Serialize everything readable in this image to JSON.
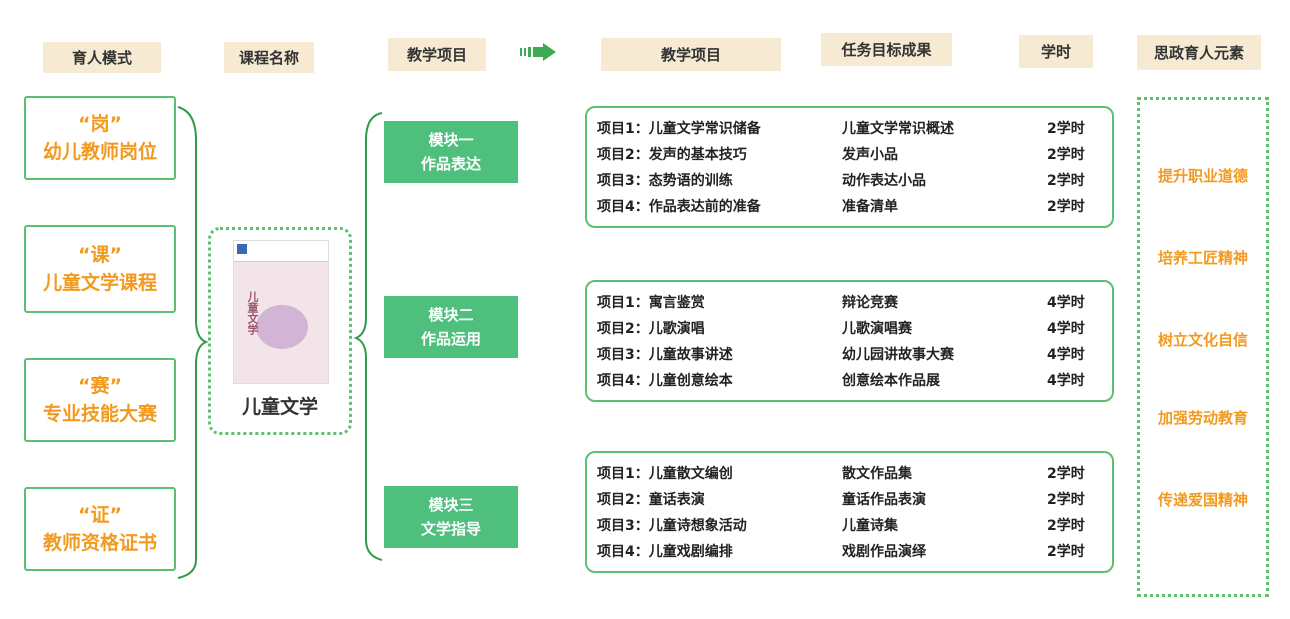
{
  "headers": {
    "education_mode": "育人模式",
    "course_name": "课程名称",
    "teaching_project_1": "教学项目",
    "teaching_project_2": "教学项目",
    "task_goal": "任务目标成果",
    "hours": "学时",
    "ideology": "思政育人元素"
  },
  "left_boxes": [
    {
      "quote": "“岗”",
      "text": "幼儿教师岗位"
    },
    {
      "quote": "“课”",
      "text": "儿童文学课程"
    },
    {
      "quote": "“赛”",
      "text": "专业技能大赛"
    },
    {
      "quote": "“证”",
      "text": "教师资格证书"
    }
  ],
  "course": {
    "title": "儿童文学",
    "book_cover_title": "儿童文学"
  },
  "modules": [
    {
      "line1": "模块一",
      "line2": "作品表达"
    },
    {
      "line1": "模块二",
      "line2": "作品运用"
    },
    {
      "line1": "模块三",
      "line2": "文学指导"
    }
  ],
  "projects": [
    [
      {
        "project": "项目1：儿童文学常识储备",
        "goal": "儿童文学常识概述",
        "hours": "2学时"
      },
      {
        "project": "项目2：发声的基本技巧",
        "goal": "发声小品",
        "hours": "2学时"
      },
      {
        "project": "项目3：态势语的训练",
        "goal": "动作表达小品",
        "hours": "2学时"
      },
      {
        "project": "项目4：作品表达前的准备",
        "goal": "准备清单",
        "hours": "2学时"
      }
    ],
    [
      {
        "project": "项目1：寓言鉴赏",
        "goal": "辩论竞赛",
        "hours": "4学时"
      },
      {
        "project": "项目2：儿歌演唱",
        "goal": "儿歌演唱赛",
        "hours": "4学时"
      },
      {
        "project": "项目3：儿童故事讲述",
        "goal": "幼儿园讲故事大赛",
        "hours": "4学时"
      },
      {
        "project": "项目4：儿童创意绘本",
        "goal": "创意绘本作品展",
        "hours": "4学时"
      }
    ],
    [
      {
        "project": "项目1：儿童散文编创",
        "goal": "散文作品集",
        "hours": "2学时"
      },
      {
        "project": "项目2：童话表演",
        "goal": "童话作品表演",
        "hours": "2学时"
      },
      {
        "project": "项目3：儿童诗想象活动",
        "goal": "儿童诗集",
        "hours": "2学时"
      },
      {
        "project": "项目4：儿童戏剧编排",
        "goal": "戏剧作品演绎",
        "hours": "2学时"
      }
    ]
  ],
  "ideology_items": [
    "提升职业道德",
    "培养工匠精神",
    "树立文化自信",
    "加强劳动教育",
    "传递爱国精神"
  ],
  "colors": {
    "green": "#5cbf71",
    "module_green": "#4fbf7d",
    "orange": "#f29a1f",
    "header_bg": "#f6ead3"
  },
  "icons": {
    "arrow": "arrow-right-icon"
  }
}
